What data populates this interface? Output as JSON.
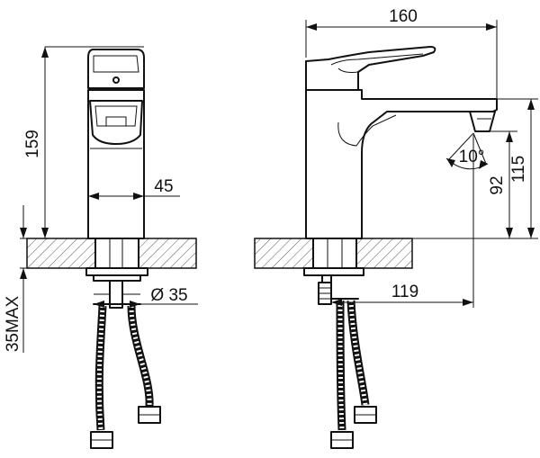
{
  "dimensions": {
    "front_height": "159",
    "front_width": "45",
    "thread_diameter": "Ø 35",
    "counter_max": "35MAX",
    "side_length": "160",
    "spout_reach": "119",
    "spout_height": "92",
    "total_height": "115",
    "spout_angle": "10°"
  }
}
